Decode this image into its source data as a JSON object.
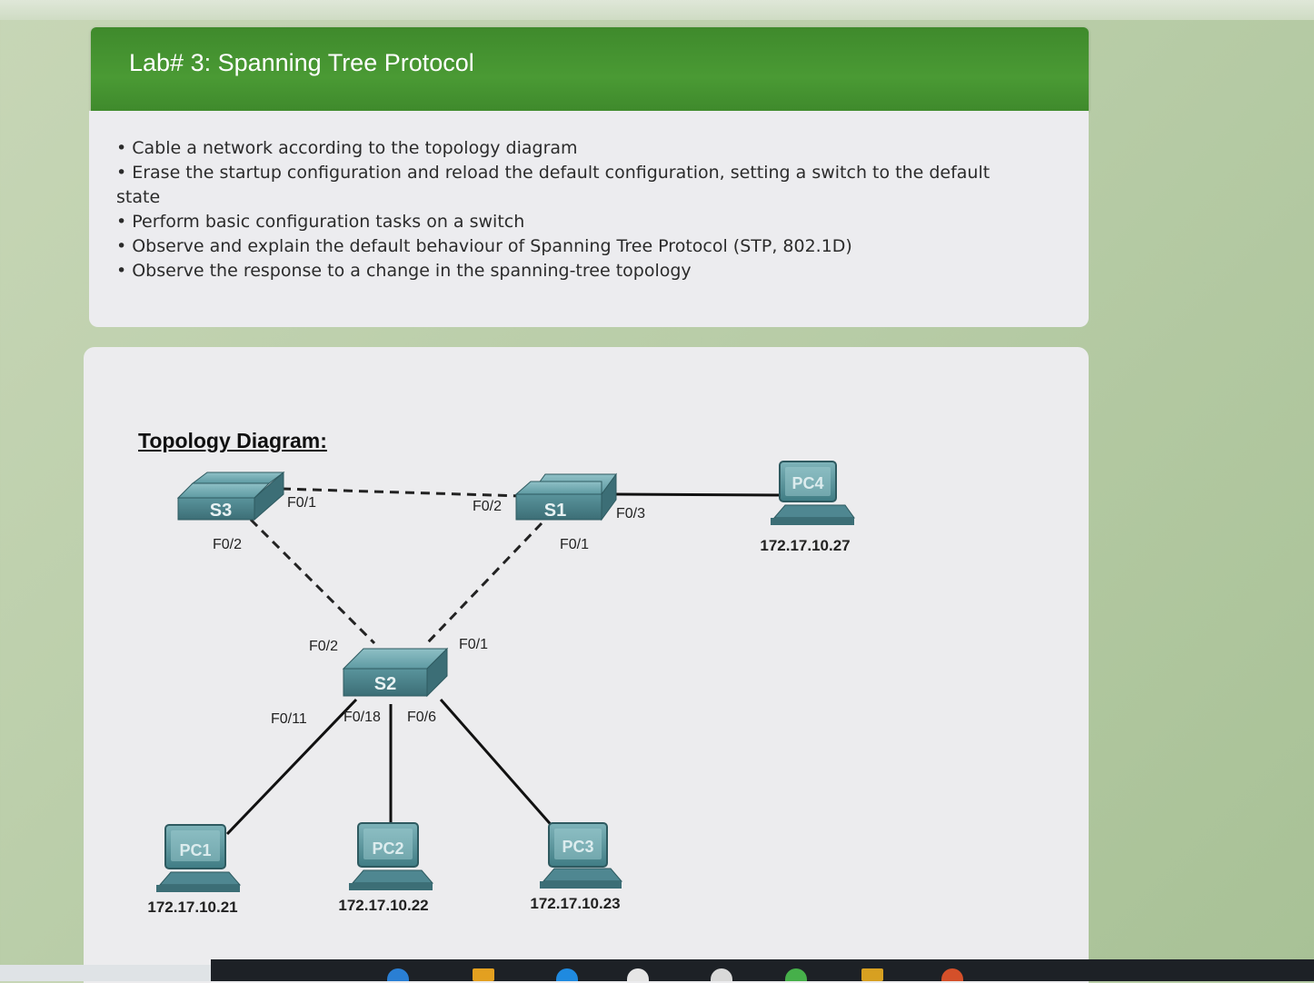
{
  "header": {
    "title": "Lab# 3: Spanning Tree Protocol"
  },
  "objectives": {
    "items": [
      "Cable a network according to the topology diagram",
      "Erase the startup configuration and reload the default configuration, setting a switch to the default state",
      "Perform basic configuration tasks on a switch",
      "Observe and explain the default behaviour of Spanning Tree Protocol (STP, 802.1D)",
      "Observe the response to a change in the spanning-tree topology"
    ]
  },
  "topology": {
    "title": "Topology Diagram:",
    "switches": {
      "s1": "S1",
      "s2": "S2",
      "s3": "S3"
    },
    "pcs": {
      "pc1": {
        "label": "PC1",
        "ip": "172.17.10.21"
      },
      "pc2": {
        "label": "PC2",
        "ip": "172.17.10.22"
      },
      "pc3": {
        "label": "PC3",
        "ip": "172.17.10.23"
      },
      "pc4": {
        "label": "PC4",
        "ip": "172.17.10.27"
      }
    },
    "ports": {
      "s3_f01": "F0/1",
      "s3_f02": "F0/2",
      "s1_f02": "F0/2",
      "s1_f03": "F0/3",
      "s1_f01": "F0/1",
      "s2_f02": "F0/2",
      "s2_f01": "F0/1",
      "s2_f011": "F0/11",
      "s2_f018": "F0/18",
      "s2_f06": "F0/6"
    }
  },
  "colors": {
    "header_green": "#4a9a34",
    "switch_teal": "#4f8791",
    "pc_teal": "#3f7c84"
  }
}
